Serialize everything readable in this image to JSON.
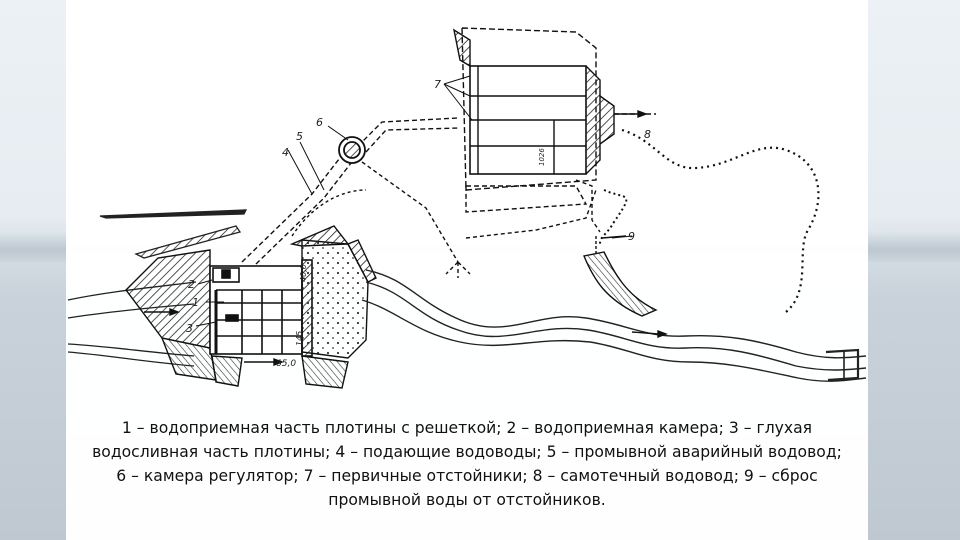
{
  "diagram": {
    "labels": {
      "n1": "1",
      "n2": "2",
      "n3": "3",
      "n4": "4",
      "n5": "5",
      "n6": "6",
      "n7": "7",
      "n8": "8",
      "n9": "9",
      "elev_40": "40,0",
      "elev_145": "145",
      "elev_650": "65,0",
      "basin_mark": "1026"
    }
  },
  "caption": {
    "lines": [
      "1 – водоприемная часть плотины с решеткой; 2 – водоприемная камера; 3 – глухая",
      "водосливная часть плотины; 4 – подающие водоводы; 5 – промывной аварийный водовод;",
      "6 – камера регулятор; 7 – первичные отстойники; 8 – самотечный водовод; 9 – сброс",
      "промывной воды от отстойников."
    ]
  }
}
